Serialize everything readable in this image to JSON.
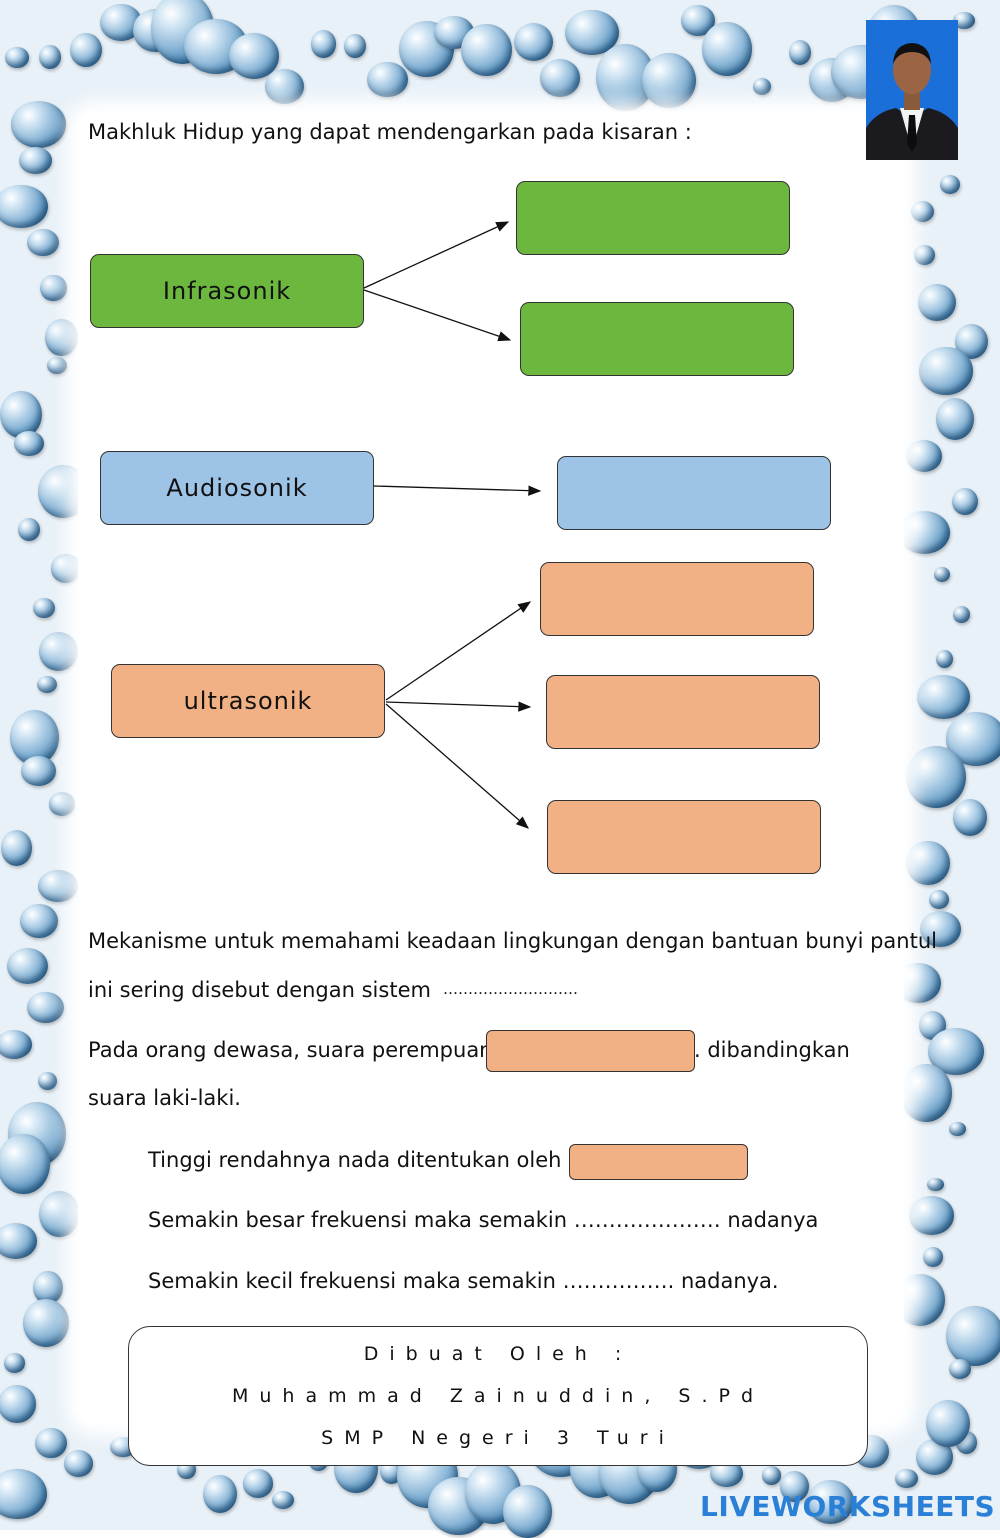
{
  "intro": "Makhluk Hidup yang dapat mendengarkan pada kisaran :",
  "diagram": {
    "infrasonik": "Infrasonik",
    "audiosonik": "Audiosonik",
    "ultrasonik": "ultrasonik"
  },
  "questions": {
    "q1_line1": "Mekanisme untuk memahami keadaan lingkungan dengan bantuan bunyi pantul",
    "q1_line2": "ini sering disebut dengan sistem",
    "q1_dots": "………………………",
    "q2_before": "Pada orang dewasa, suara perempuan",
    "q2_after": ". dibandingkan",
    "q2_line2": "suara laki-laki.",
    "q3": "Tinggi rendahnya nada ditentukan oleh",
    "q4": "Semakin besar frekuensi maka semakin ………………… nadanya",
    "q5": "Semakin kecil frekuensi maka semakin ……………. nadanya."
  },
  "footer": {
    "line1": "Dibuat Oleh :",
    "line2": "Muhammad Zainuddin, S.Pd",
    "line3": "SMP Negeri 3 Turi"
  },
  "logo": "LIVEWORKSHEETS",
  "colors": {
    "green": "#6cb83f",
    "blue": "#9dc3e6",
    "orange": "#f2b184"
  }
}
